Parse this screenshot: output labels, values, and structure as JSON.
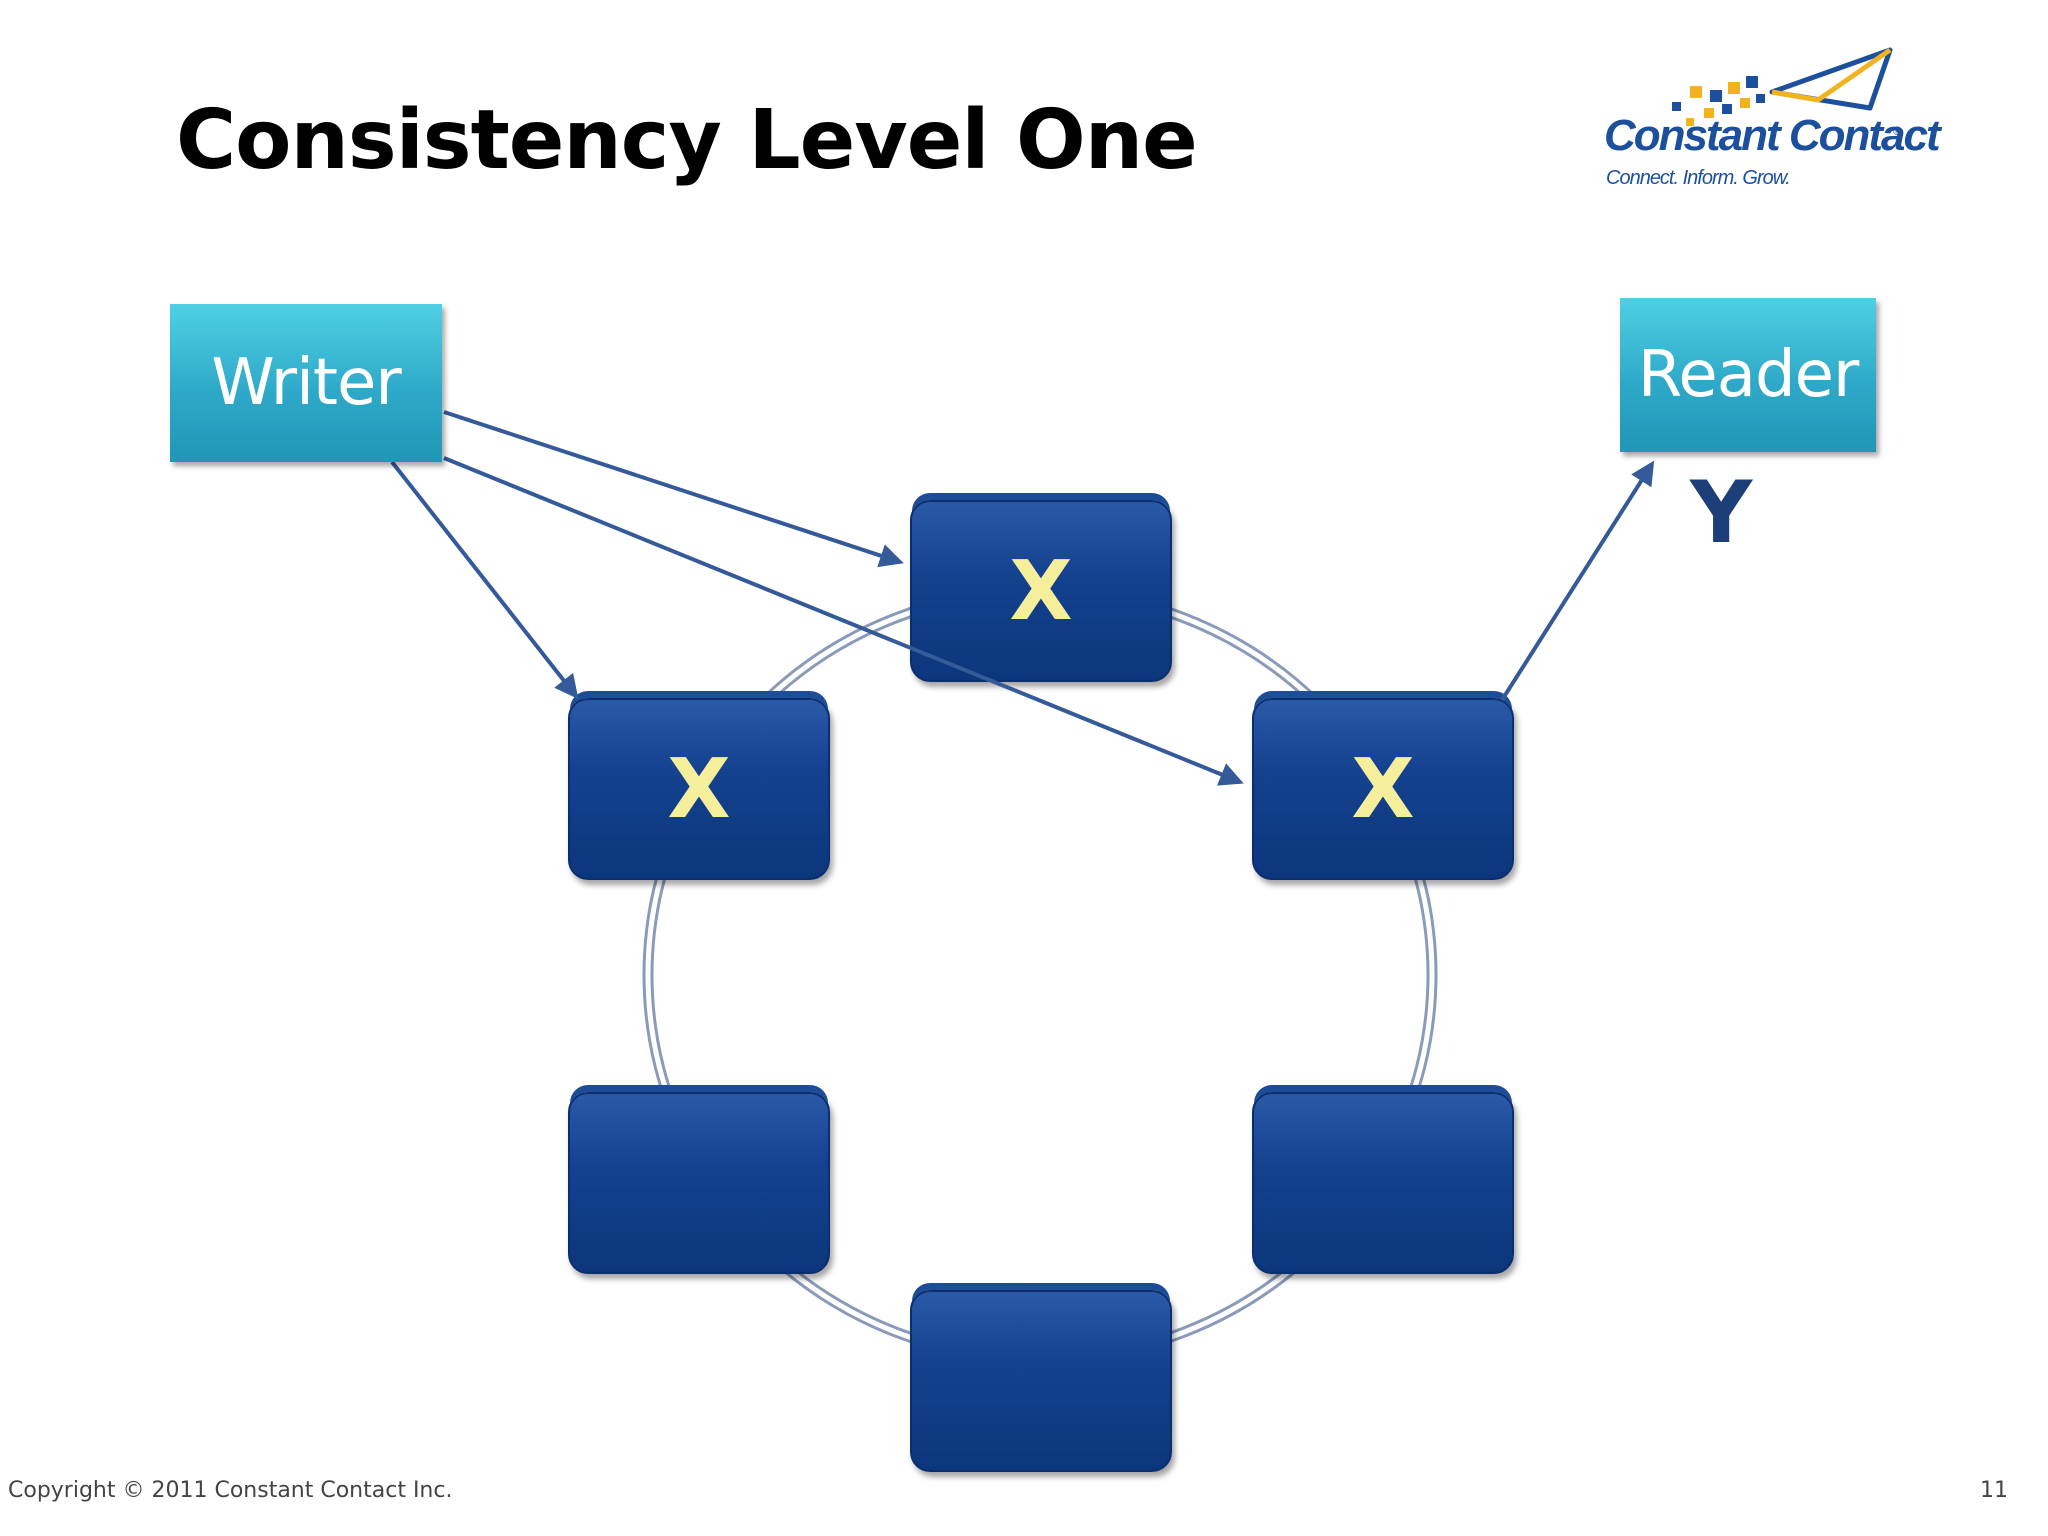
{
  "slide": {
    "title": "Consistency Level One",
    "footer": "Copyright © 2011 Constant Contact Inc.",
    "page_number": "11"
  },
  "logo": {
    "wordmark": "Constant Contact",
    "tagline": "Connect. Inform. Grow.",
    "registered": "®"
  },
  "diagram": {
    "writer_label": "Writer",
    "reader_label": "Reader",
    "read_value": "Y",
    "nodes": [
      {
        "id": "top",
        "value": "X"
      },
      {
        "id": "upper-left",
        "value": "X"
      },
      {
        "id": "upper-right",
        "value": "X"
      },
      {
        "id": "lower-left",
        "value": ""
      },
      {
        "id": "lower-right",
        "value": ""
      },
      {
        "id": "bottom",
        "value": ""
      }
    ],
    "colors": {
      "client_box": "#2fa9c9",
      "node": "#14428f",
      "node_value": "#f5ee9a",
      "arrow": "#355a9a",
      "read_value": "#1c3f7a"
    }
  }
}
